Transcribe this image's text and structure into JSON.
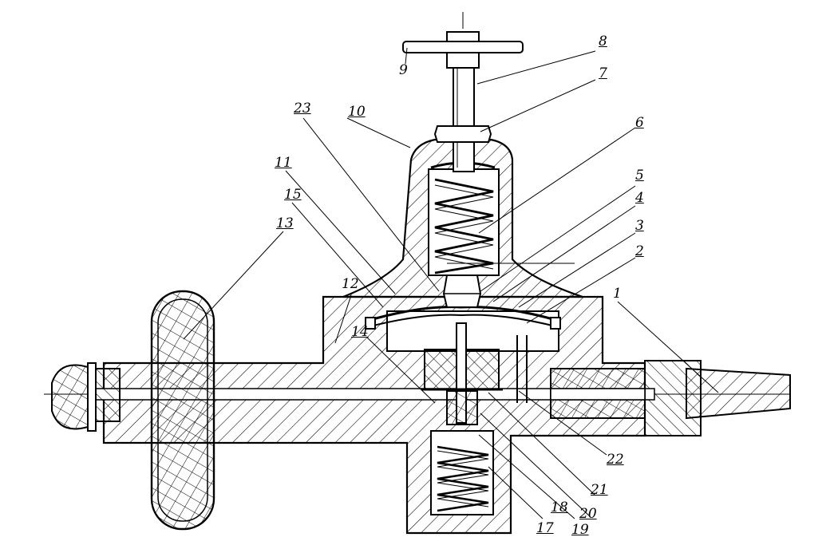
{
  "labels": {
    "n1": "1",
    "n2": "2",
    "n3": "3",
    "n4": "4",
    "n5": "5",
    "n6": "6",
    "n7": "7",
    "n8": "8",
    "n9": "9",
    "n10": "10",
    "n11": "11",
    "n12": "12",
    "n13": "13",
    "n14": "14",
    "n15": "15",
    "n17": "17",
    "n18": "18",
    "n19": "19",
    "n20": "20",
    "n21": "21",
    "n22": "22",
    "n23": "23"
  },
  "colors": {
    "ink": "#000000",
    "paper": "#ffffff"
  }
}
